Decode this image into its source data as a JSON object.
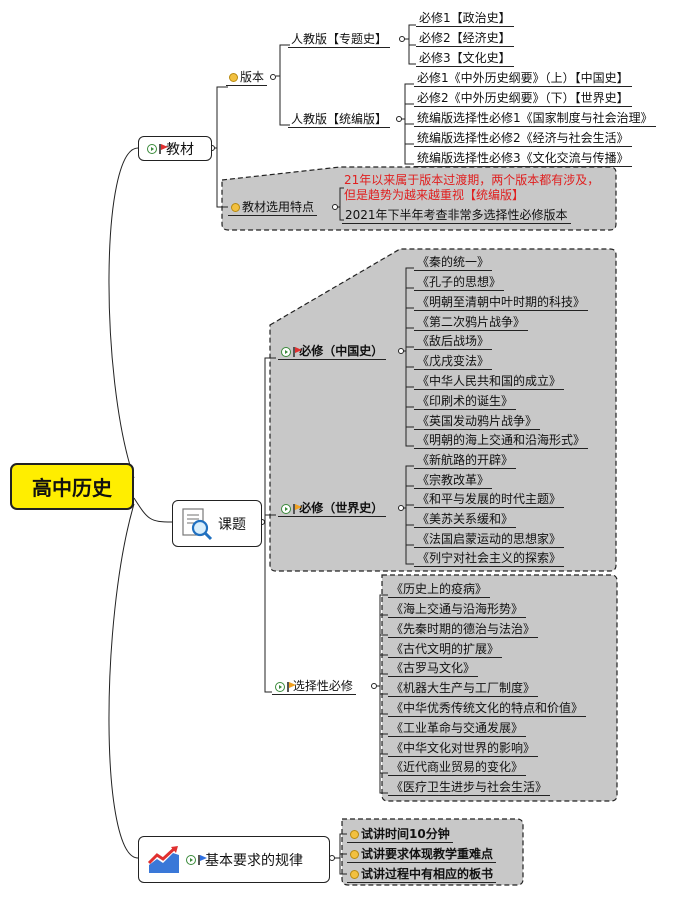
{
  "root": {
    "title": "高中历史"
  },
  "textbook": {
    "label": "教材",
    "version": {
      "label": "版本",
      "topic_edition": {
        "label": "人教版【专题史】",
        "items": [
          "必修1【政治史】",
          "必修2【经济史】",
          "必修3【文化史】"
        ]
      },
      "unified_edition": {
        "label": "人教版【统编版】",
        "items": [
          "必修1《中外历史纲要》（上）【中国史】",
          "必修2《中外历史纲要》（下）【世界史】",
          "统编版选择性必修1《国家制度与社会治理》",
          "统编版选择性必修2《经济与社会生活》",
          "统编版选择性必修3《文化交流与传播》"
        ]
      }
    },
    "features": {
      "label": "教材选用特点",
      "note_red": "21年以来属于版本过渡期，两个版本都有涉及，但是趋势为越来越重视【统编版】",
      "note": "2021年下半年考查非常多选择性必修版本"
    }
  },
  "topics": {
    "label": "课题",
    "china": {
      "label": "必修（中国史）",
      "items": [
        "《秦的统一》",
        "《孔子的思想》",
        "《明朝至清朝中叶时期的科技》",
        "《第二次鸦片战争》",
        "《敌后战场》",
        "《戊戌变法》",
        "《中华人民共和国的成立》",
        "《印刷术的诞生》",
        "《英国发动鸦片战争》",
        "《明朝的海上交通和沿海形式》"
      ]
    },
    "world": {
      "label": "必修（世界史）",
      "items": [
        "《新航路的开辟》",
        "《宗教改革》",
        "《和平与发展的时代主题》",
        "《美苏关系缓和》",
        "《法国启蒙运动的思想家》",
        "《列宁对社会主义的探索》"
      ]
    },
    "elective": {
      "label": "选择性必修",
      "items": [
        "《历史上的疫病》",
        "《海上交通与沿海形势》",
        "《先秦时期的德治与法治》",
        "《古代文明的扩展》",
        "《古罗马文化》",
        "《机器大生产与工厂制度》",
        "《中华优秀传统文化的特点和价值》",
        "《工业革命与交通发展》",
        "《中华文化对世界的影响》",
        "《近代商业贸易的变化》",
        "《医疗卫生进步与社会生活》"
      ]
    }
  },
  "rules": {
    "label": "基本要求的规律",
    "items": [
      "试讲时间10分钟",
      "试讲要求体现教学重难点",
      "试讲过程中有相应的板书"
    ]
  },
  "colors": {
    "root_fill": "#ffee00",
    "region_fill": "#c8c8c8",
    "flag_red": "#e03030",
    "flag_orange": "#f0a020",
    "flag_blue": "#3070e0",
    "note_red": "#e02020"
  }
}
